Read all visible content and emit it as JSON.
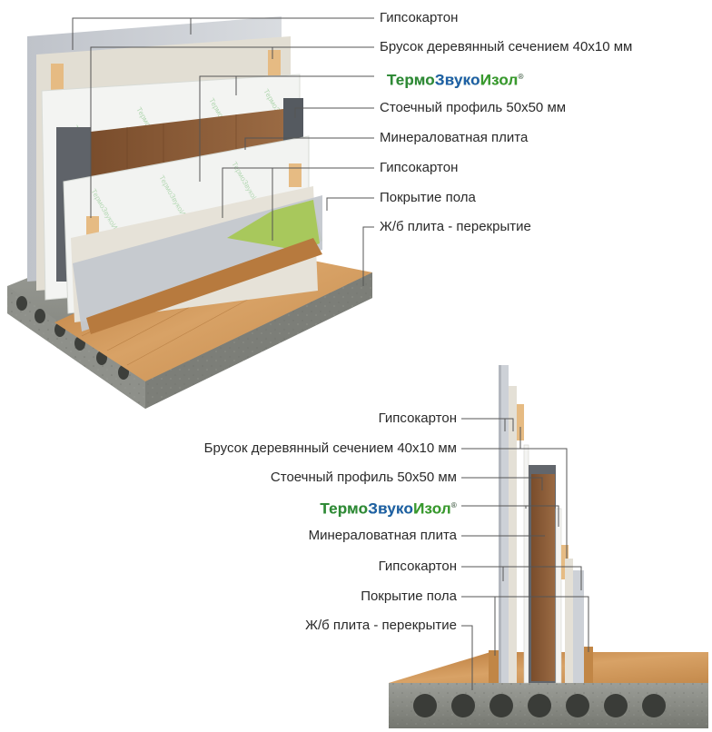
{
  "top_labels": {
    "gypsum_1": "Гипсокартон",
    "wood_bar": "Брусок деревянный сечением 40x10 мм",
    "brand_part1": "Термо",
    "brand_part2": "Звуко",
    "brand_part3": "Изол",
    "brand_mark": "®",
    "stud_profile": "Стоечный профиль 50x50 мм",
    "mineral_wool": "Минераловатная плита",
    "gypsum_2": "Гипсокартон",
    "floor_cover": "Покрытие пола",
    "slab": "Ж/б плита - перекрытие"
  },
  "section_labels": {
    "gypsum_1": "Гипсокартон",
    "wood_bar": "Брусок деревянный сечением 40x10 мм",
    "stud_profile": "Стоечный профиль 50x50 мм",
    "brand_part1": "Термо",
    "brand_part2": "Звуко",
    "brand_part3": "Изол",
    "brand_mark": "®",
    "mineral_wool": "Минераловатная плита",
    "gypsum_2": "Гипсокартон",
    "floor_cover": "Покрытие пола",
    "slab": "Ж/б плита - перекрытие"
  },
  "colors": {
    "gypsum": "#c9ccd2",
    "gypsum_light": "#e6e3da",
    "wood_bar": "#e8c08a",
    "insulation_sheet": "#f1f3f1",
    "mineral_wool": "#8a5a36",
    "stud_profile": "#5c6066",
    "floor_green": "#9cbf4a",
    "parquet": "#c98f4e",
    "concrete": "#8d8f88",
    "leader": "#555555"
  }
}
